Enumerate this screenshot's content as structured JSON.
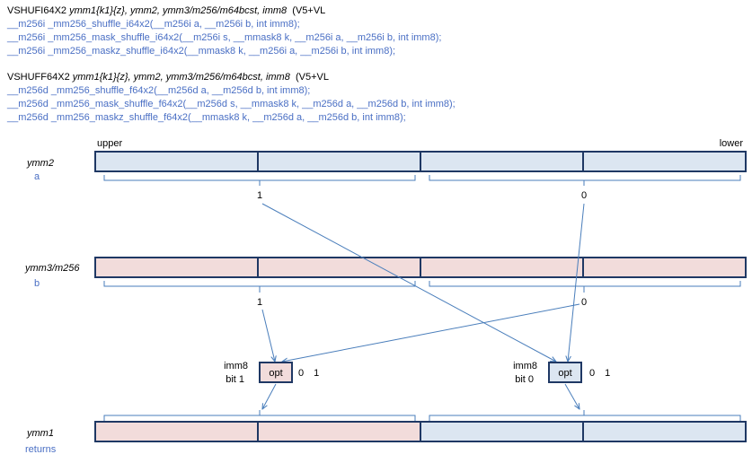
{
  "headers": [
    {
      "mnemonic": "VSHUFI64X2",
      "operands": "ymm1{k1}{z}, ymm2, ymm3/m256/m64bcst, imm8",
      "flags": "(V5+VL",
      "prototypes": [
        "__m256i _mm256_shuffle_i64x2(__m256i a, __m256i b, int imm8);",
        "__m256i _mm256_mask_shuffle_i64x2(__m256i s, __mmask8 k, __m256i a, __m256i b, int imm8);",
        "__m256i _mm256_maskz_shuffle_i64x2(__mmask8 k, __m256i a, __m256i b, int imm8);"
      ]
    },
    {
      "mnemonic": "VSHUFF64X2",
      "operands": "ymm1{k1}{z}, ymm2, ymm3/m256/m64bcst, imm8",
      "flags": "(V5+VL",
      "prototypes": [
        "__m256d _mm256_shuffle_f64x2(__m256d a, __m256d b, int imm8);",
        "__m256d _mm256_mask_shuffle_f64x2(__m256d s, __mmask8 k, __m256d a, __m256d b, int imm8);",
        "__m256d _mm256_maskz_shuffle_f64x2(__mmask8 k, __m256d a, __m256d b, int imm8);"
      ]
    }
  ],
  "diagram": {
    "upper_label": "upper",
    "lower_label": "lower",
    "rows": [
      {
        "name": "ymm2",
        "sub": "a",
        "lane_labels": [
          "1",
          "0"
        ]
      },
      {
        "name": "ymm3/m256",
        "sub": "b",
        "lane_labels": [
          "1",
          "0"
        ]
      },
      {
        "name": "ymm1",
        "sub": "returns"
      }
    ],
    "selectors": [
      {
        "label_top": "imm8",
        "label_bottom": "bit 1",
        "box": "opt",
        "range": "0　1"
      },
      {
        "label_top": "imm8",
        "label_bottom": "bit 0",
        "box": "opt",
        "range": "0　1"
      }
    ],
    "colors": {
      "blue_fill": "#dce6f1",
      "red_fill": "#f2dcdb",
      "border": "#1f3864",
      "arrow": "#4a7ebb",
      "blue_text": "#4a6fc4"
    }
  }
}
